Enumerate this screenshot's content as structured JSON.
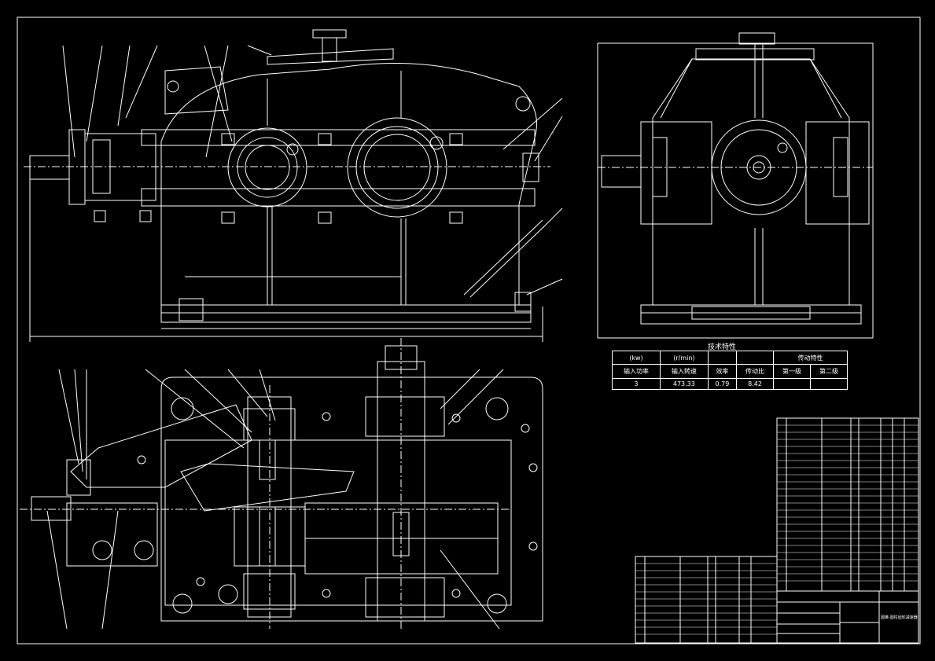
{
  "drawing": {
    "line_color": "#ffffff",
    "background": "#000000"
  },
  "tech_characteristics": {
    "title": "技术特性",
    "header_row1": [
      "(kw)",
      "(r/min)",
      "",
      "",
      "传动特性"
    ],
    "header_row2": [
      "输入功率",
      "输入转速",
      "效率",
      "传动比",
      "第一级",
      "第二级"
    ],
    "values": [
      "3",
      "473.33",
      "0.79",
      "8.42"
    ]
  },
  "title_block": {
    "drawing_name": "圆锥-圆柱齿轮减速器"
  }
}
